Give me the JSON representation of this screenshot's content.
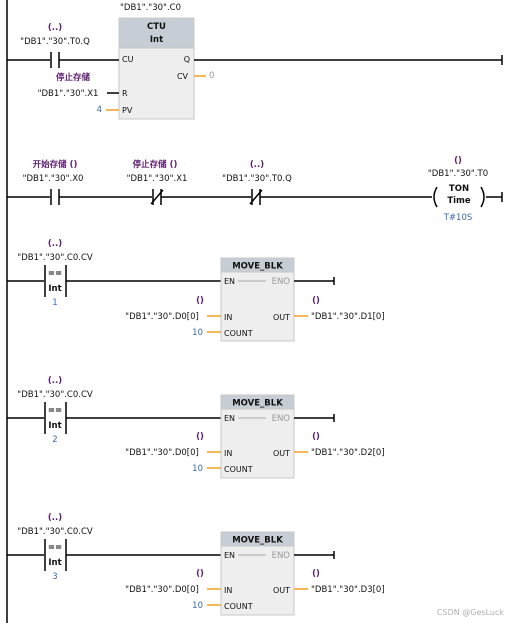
{
  "network1": {
    "ctu_instance": "\"DB1\".\"30\".C0",
    "ctu_name": "CTU",
    "ctu_type": "Int",
    "pin_cu": "CU",
    "pin_r": "R",
    "pin_pv": "PV",
    "pin_q": "Q",
    "pin_cv": "CV",
    "contact_comment": "(..)",
    "contact_operand": "\"DB1\".\"30\".T0.Q",
    "r_comment": "停止存储",
    "r_operand": "\"DB1\".\"30\".X1",
    "pv_value": "4",
    "cv_value": "0"
  },
  "network2": {
    "c1_comment": "开始存储 ()",
    "c1_operand": "\"DB1\".\"30\".X0",
    "c2_comment": "停止存储 ()",
    "c2_operand": "\"DB1\".\"30\".X1",
    "c3_comment": "(..)",
    "c3_operand": "\"DB1\".\"30\".T0.Q",
    "coil_comment": "()",
    "coil_operand": "\"DB1\".\"30\".T0",
    "coil_type": "TON",
    "coil_subtype": "Time",
    "coil_value": "T#10S"
  },
  "move_networks": [
    {
      "cmp_comment": "(..)",
      "cmp_operand": "\"DB1\".\"30\".C0.CV",
      "cmp_op": "==",
      "cmp_type": "Int",
      "cmp_value": "1",
      "block_title": "MOVE_BLK",
      "pin_en": "EN",
      "pin_eno": "ENO",
      "pin_in": "IN",
      "pin_count": "COUNT",
      "pin_out": "OUT",
      "in_comment": "()",
      "in_operand": "\"DB1\".\"30\".D0[0]",
      "count_value": "10",
      "out_comment": "()",
      "out_operand": "\"DB1\".\"30\".D1[0]"
    },
    {
      "cmp_comment": "(..)",
      "cmp_operand": "\"DB1\".\"30\".C0.CV",
      "cmp_op": "==",
      "cmp_type": "Int",
      "cmp_value": "2",
      "block_title": "MOVE_BLK",
      "pin_en": "EN",
      "pin_eno": "ENO",
      "pin_in": "IN",
      "pin_count": "COUNT",
      "pin_out": "OUT",
      "in_comment": "()",
      "in_operand": "\"DB1\".\"30\".D0[0]",
      "count_value": "10",
      "out_comment": "()",
      "out_operand": "\"DB1\".\"30\".D2[0]"
    },
    {
      "cmp_comment": "(..)",
      "cmp_operand": "\"DB1\".\"30\".C0.CV",
      "cmp_op": "==",
      "cmp_type": "Int",
      "cmp_value": "3",
      "block_title": "MOVE_BLK",
      "pin_en": "EN",
      "pin_eno": "ENO",
      "pin_in": "IN",
      "pin_count": "COUNT",
      "pin_out": "OUT",
      "in_comment": "()",
      "in_operand": "\"DB1\".\"30\".D0[0]",
      "count_value": "10",
      "out_comment": "()",
      "out_operand": "\"DB1\".\"30\".D3[0]"
    }
  ],
  "watermark": "CSDN @GesLuck"
}
